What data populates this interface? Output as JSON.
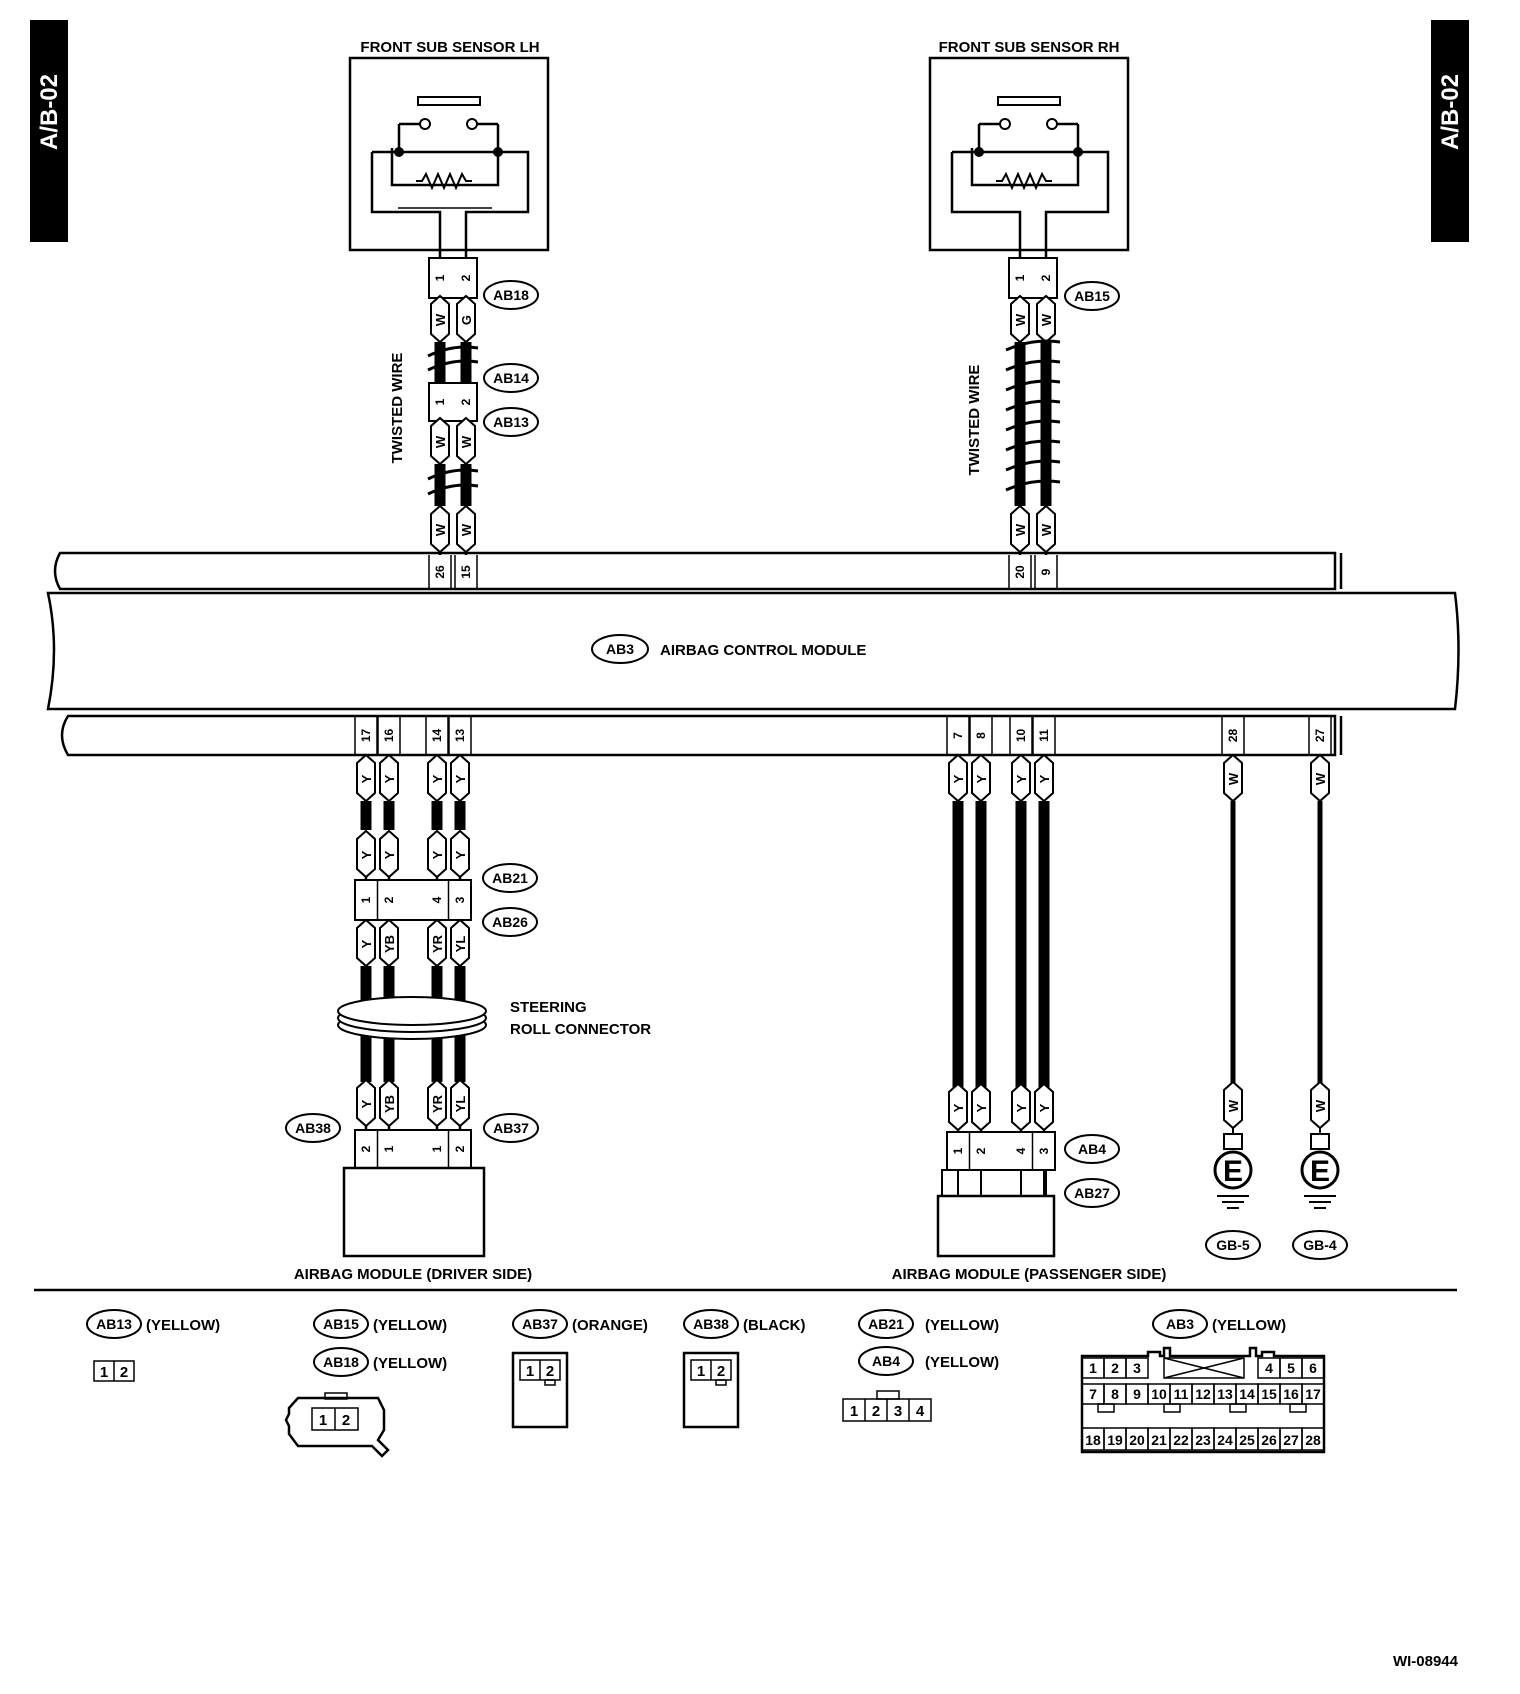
{
  "page": {
    "tag_left": "A/B-02",
    "tag_right": "A/B-02",
    "figure_id": "WI-08944"
  },
  "components": {
    "front_sub_sensor_lh": "FRONT SUB SENSOR LH",
    "front_sub_sensor_rh": "FRONT SUB SENSOR RH",
    "airbag_control_module": "AIRBAG CONTROL MODULE",
    "airbag_control_module_code": "AB3",
    "steering_roll_connector_line1": "STEERING",
    "steering_roll_connector_line2": "ROLL CONNECTOR",
    "airbag_module_driver": "AIRBAG MODULE (DRIVER SIDE)",
    "airbag_module_passenger": "AIRBAG MODULE (PASSENGER SIDE)",
    "twisted_wire_left": "TWISTED WIRE",
    "twisted_wire_right": "TWISTED WIRE"
  },
  "connectors": {
    "ab18": "AB18",
    "ab14": "AB14",
    "ab13": "AB13",
    "ab15": "AB15",
    "ab21": "AB21",
    "ab26": "AB26",
    "ab38": "AB38",
    "ab37": "AB37",
    "ab4": "AB4",
    "ab27": "AB27"
  },
  "grounds": {
    "symbol": "E",
    "gb5": "GB-5",
    "gb4": "GB-4"
  },
  "pins": {
    "lh_sensor": [
      "1",
      "2"
    ],
    "ab13": [
      "1",
      "2"
    ],
    "acm_top_lh": [
      "26",
      "15"
    ],
    "rh_sensor": [
      "1",
      "2"
    ],
    "acm_top_rh": [
      "20",
      "9"
    ],
    "acm_bottom_driver": [
      "17",
      "16",
      "14",
      "13"
    ],
    "ab21": [
      "1",
      "2",
      "4",
      "3"
    ],
    "driver_module": [
      "2",
      "1",
      "1",
      "2"
    ],
    "acm_bottom_passenger": [
      "7",
      "8",
      "10",
      "11"
    ],
    "passenger_module": [
      "1",
      "2",
      "4",
      "3"
    ],
    "acm_bottom_ground": [
      "28",
      "27"
    ]
  },
  "wire_colors": {
    "lh_sensor": [
      "W",
      "G"
    ],
    "lh_mid": [
      "W",
      "W"
    ],
    "lh_acm": [
      "W",
      "W"
    ],
    "rh_sensor": [
      "W",
      "W"
    ],
    "rh_acm": [
      "W",
      "W"
    ],
    "driver_acm": [
      "Y",
      "Y",
      "Y",
      "Y"
    ],
    "driver_pre_ab21": [
      "Y",
      "Y",
      "Y",
      "Y"
    ],
    "driver_post_ab26": [
      "Y",
      "YB",
      "YR",
      "YL"
    ],
    "driver_module": [
      "Y",
      "YB",
      "YR",
      "YL"
    ],
    "passenger_acm": [
      "Y",
      "Y",
      "Y",
      "Y"
    ],
    "passenger_module": [
      "Y",
      "Y",
      "Y",
      "Y"
    ],
    "ground_acm": [
      "W",
      "W"
    ],
    "ground_end": [
      "W",
      "W"
    ]
  },
  "legend": [
    {
      "code": "AB13",
      "color": "(YELLOW)",
      "pins": [
        "1",
        "2"
      ]
    },
    {
      "code": "AB15",
      "color": "(YELLOW)"
    },
    {
      "code": "AB18",
      "color": "(YELLOW)",
      "pins": [
        "1",
        "2"
      ]
    },
    {
      "code": "AB37",
      "color": "(ORANGE)",
      "pins": [
        "1",
        "2"
      ]
    },
    {
      "code": "AB38",
      "color": "(BLACK)",
      "pins": [
        "1",
        "2"
      ]
    },
    {
      "code": "AB21",
      "color": "(YELLOW)"
    },
    {
      "code": "AB4",
      "color": "(YELLOW)",
      "pins": [
        "1",
        "2",
        "3",
        "4"
      ]
    },
    {
      "code": "AB3",
      "color": "(YELLOW)",
      "row1": [
        "1",
        "2",
        "3",
        "4",
        "5",
        "6"
      ],
      "row2": [
        "7",
        "8",
        "9",
        "10",
        "11",
        "12",
        "13",
        "14",
        "15",
        "16",
        "17"
      ],
      "row3": [
        "18",
        "19",
        "20",
        "21",
        "22",
        "23",
        "24",
        "25",
        "26",
        "27",
        "28"
      ]
    }
  ]
}
